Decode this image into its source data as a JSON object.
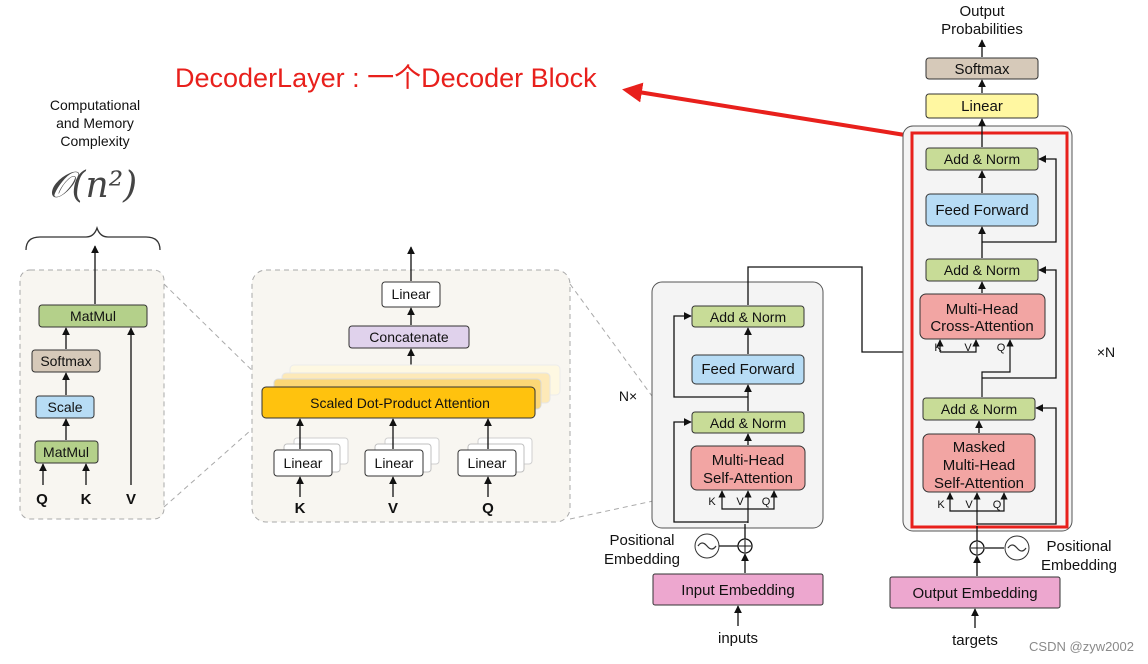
{
  "annotation": {
    "text": "DecoderLayer : 一个Decoder Block",
    "color": "#e8201c"
  },
  "complexity": {
    "line1": "Computational",
    "line2": "and Memory",
    "line3": "Complexity",
    "formula": "𝒪(n²)"
  },
  "attention": {
    "matmul_top": "MatMul",
    "softmax": "Softmax",
    "scale": "Scale",
    "matmul_bottom": "MatMul",
    "q": "Q",
    "k": "K",
    "v": "V"
  },
  "multihead": {
    "linear_top": "Linear",
    "concat": "Concatenate",
    "sdpa": "Scaled Dot-Product Attention",
    "linear_k": "Linear",
    "linear_v": "Linear",
    "linear_q": "Linear",
    "k": "K",
    "v": "V",
    "q": "Q"
  },
  "encoder": {
    "nx": "N×",
    "add_norm_top": "Add & Norm",
    "feed_forward": "Feed Forward",
    "add_norm_bottom": "Add & Norm",
    "mha_line1": "Multi-Head",
    "mha_line2": "Self-Attention",
    "k": "K",
    "v": "V",
    "q": "Q",
    "pos_line1": "Positional",
    "pos_line2": "Embedding",
    "input_embedding": "Input Embedding",
    "inputs": "inputs"
  },
  "decoder": {
    "nx": "×N",
    "output_line1": "Output",
    "output_line2": "Probabilities",
    "softmax": "Softmax",
    "linear": "Linear",
    "add_norm_top": "Add & Norm",
    "feed_forward": "Feed Forward",
    "add_norm_mid": "Add & Norm",
    "cross_line1": "Multi-Head",
    "cross_line2": "Cross-Attention",
    "add_norm_bottom": "Add & Norm",
    "masked_line1": "Masked",
    "masked_line2": "Multi-Head",
    "masked_line3": "Self-Attention",
    "k": "K",
    "v": "V",
    "q": "Q",
    "pos_line1": "Positional",
    "pos_line2": "Embedding",
    "output_embedding": "Output Embedding",
    "targets": "targets"
  },
  "watermark": "CSDN @zyw2002",
  "colors": {
    "green": "#c8dc97",
    "green_dark": "#b4d08a",
    "pink": "#f2a5a3",
    "blue": "#b7dcf5",
    "yellow": "#fff7a1",
    "softmax": "#d6c9b9",
    "embed": "#eda7cf",
    "sdpa": "#ffc20e",
    "concat": "#e0d2ec",
    "red": "#e8201c"
  }
}
